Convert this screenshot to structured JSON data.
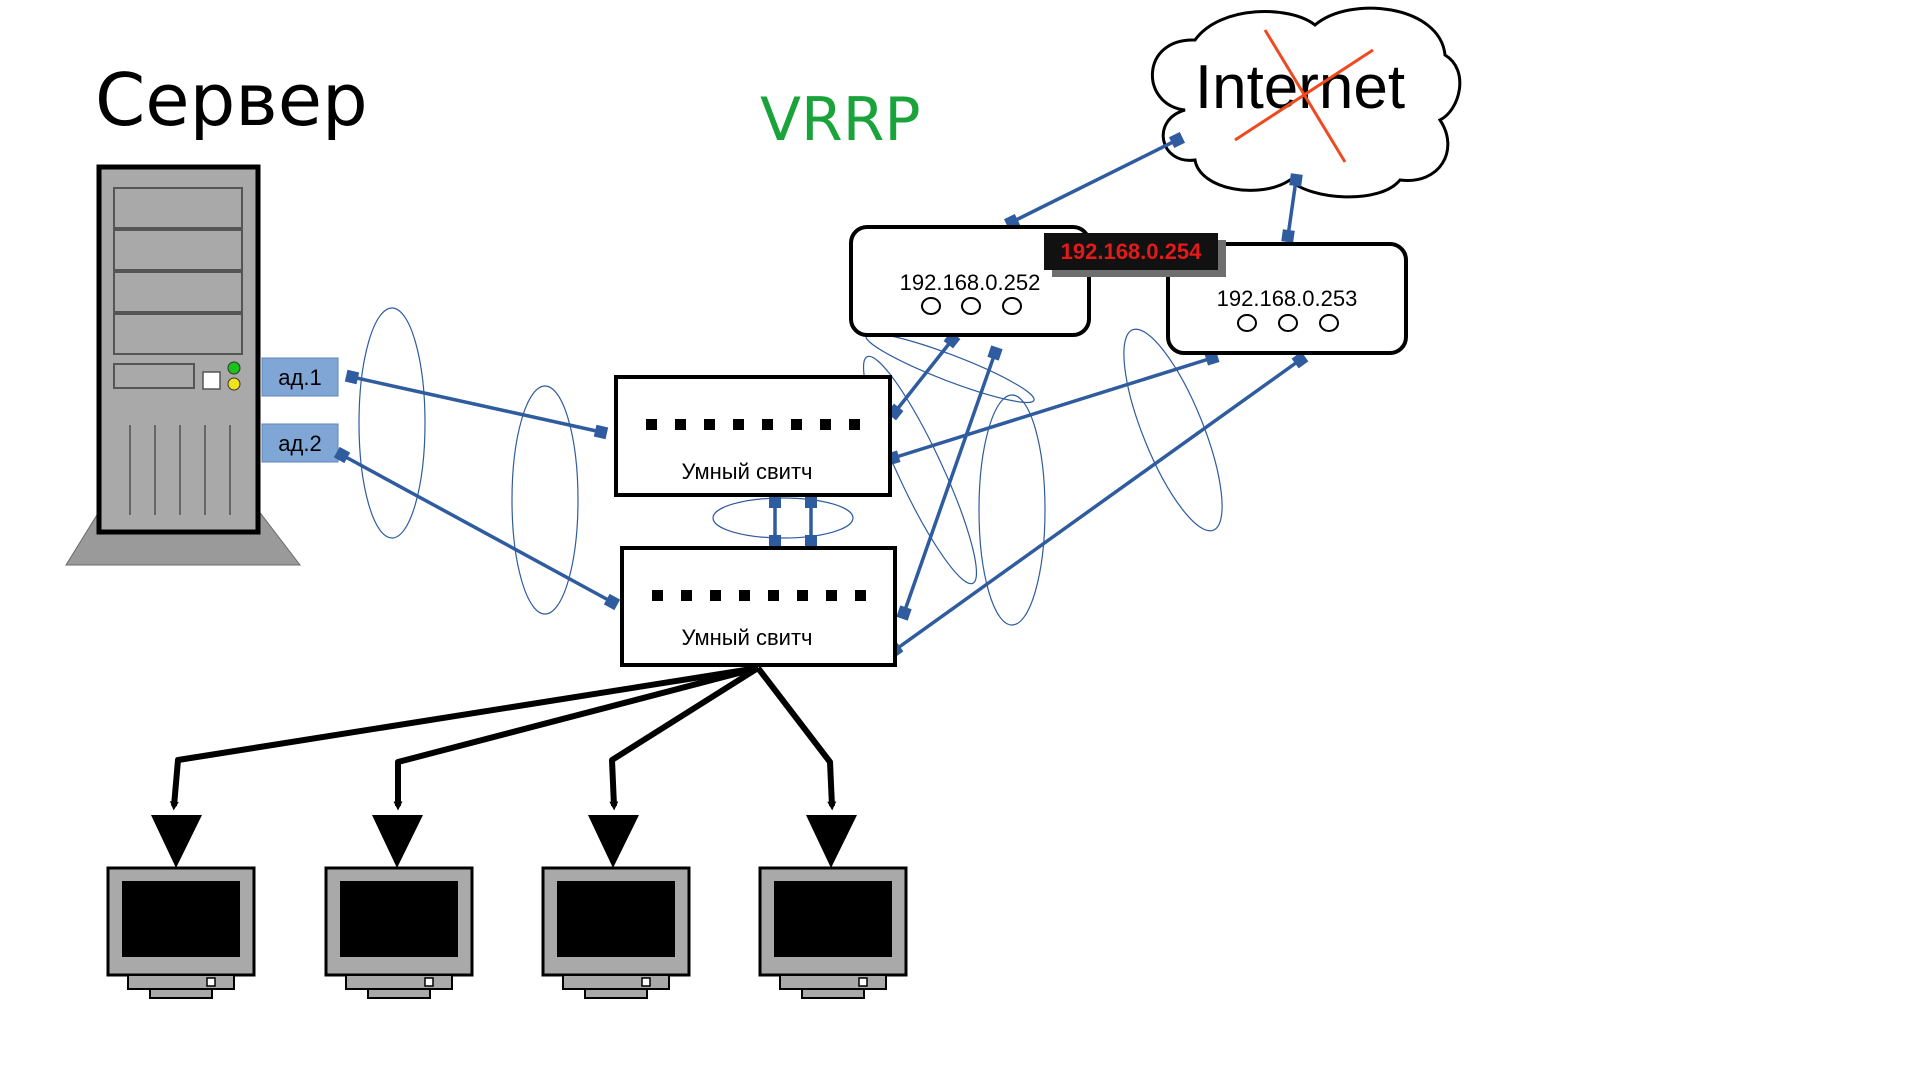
{
  "server": {
    "title": "Сервер",
    "adapter1": "ад.1",
    "adapter2": "ад.2"
  },
  "protocol": {
    "label": "VRRP"
  },
  "internet": {
    "label": "Internet"
  },
  "router1": {
    "ip": "192.168.0.252"
  },
  "router2": {
    "ip": "192.168.0.253"
  },
  "virtual_ip": {
    "ip": "192.168.0.254"
  },
  "switch1": {
    "label": "Умный свитч"
  },
  "switch2": {
    "label": "Умный свитч"
  },
  "colors": {
    "link": "#2f5c9f",
    "adapter": "#7fa6d4",
    "vrrp": "#1aa33a",
    "failure_cross": "#ef4a1f",
    "virtual_ip_text": "#e31a1a",
    "virtual_ip_bg": "#111111"
  }
}
